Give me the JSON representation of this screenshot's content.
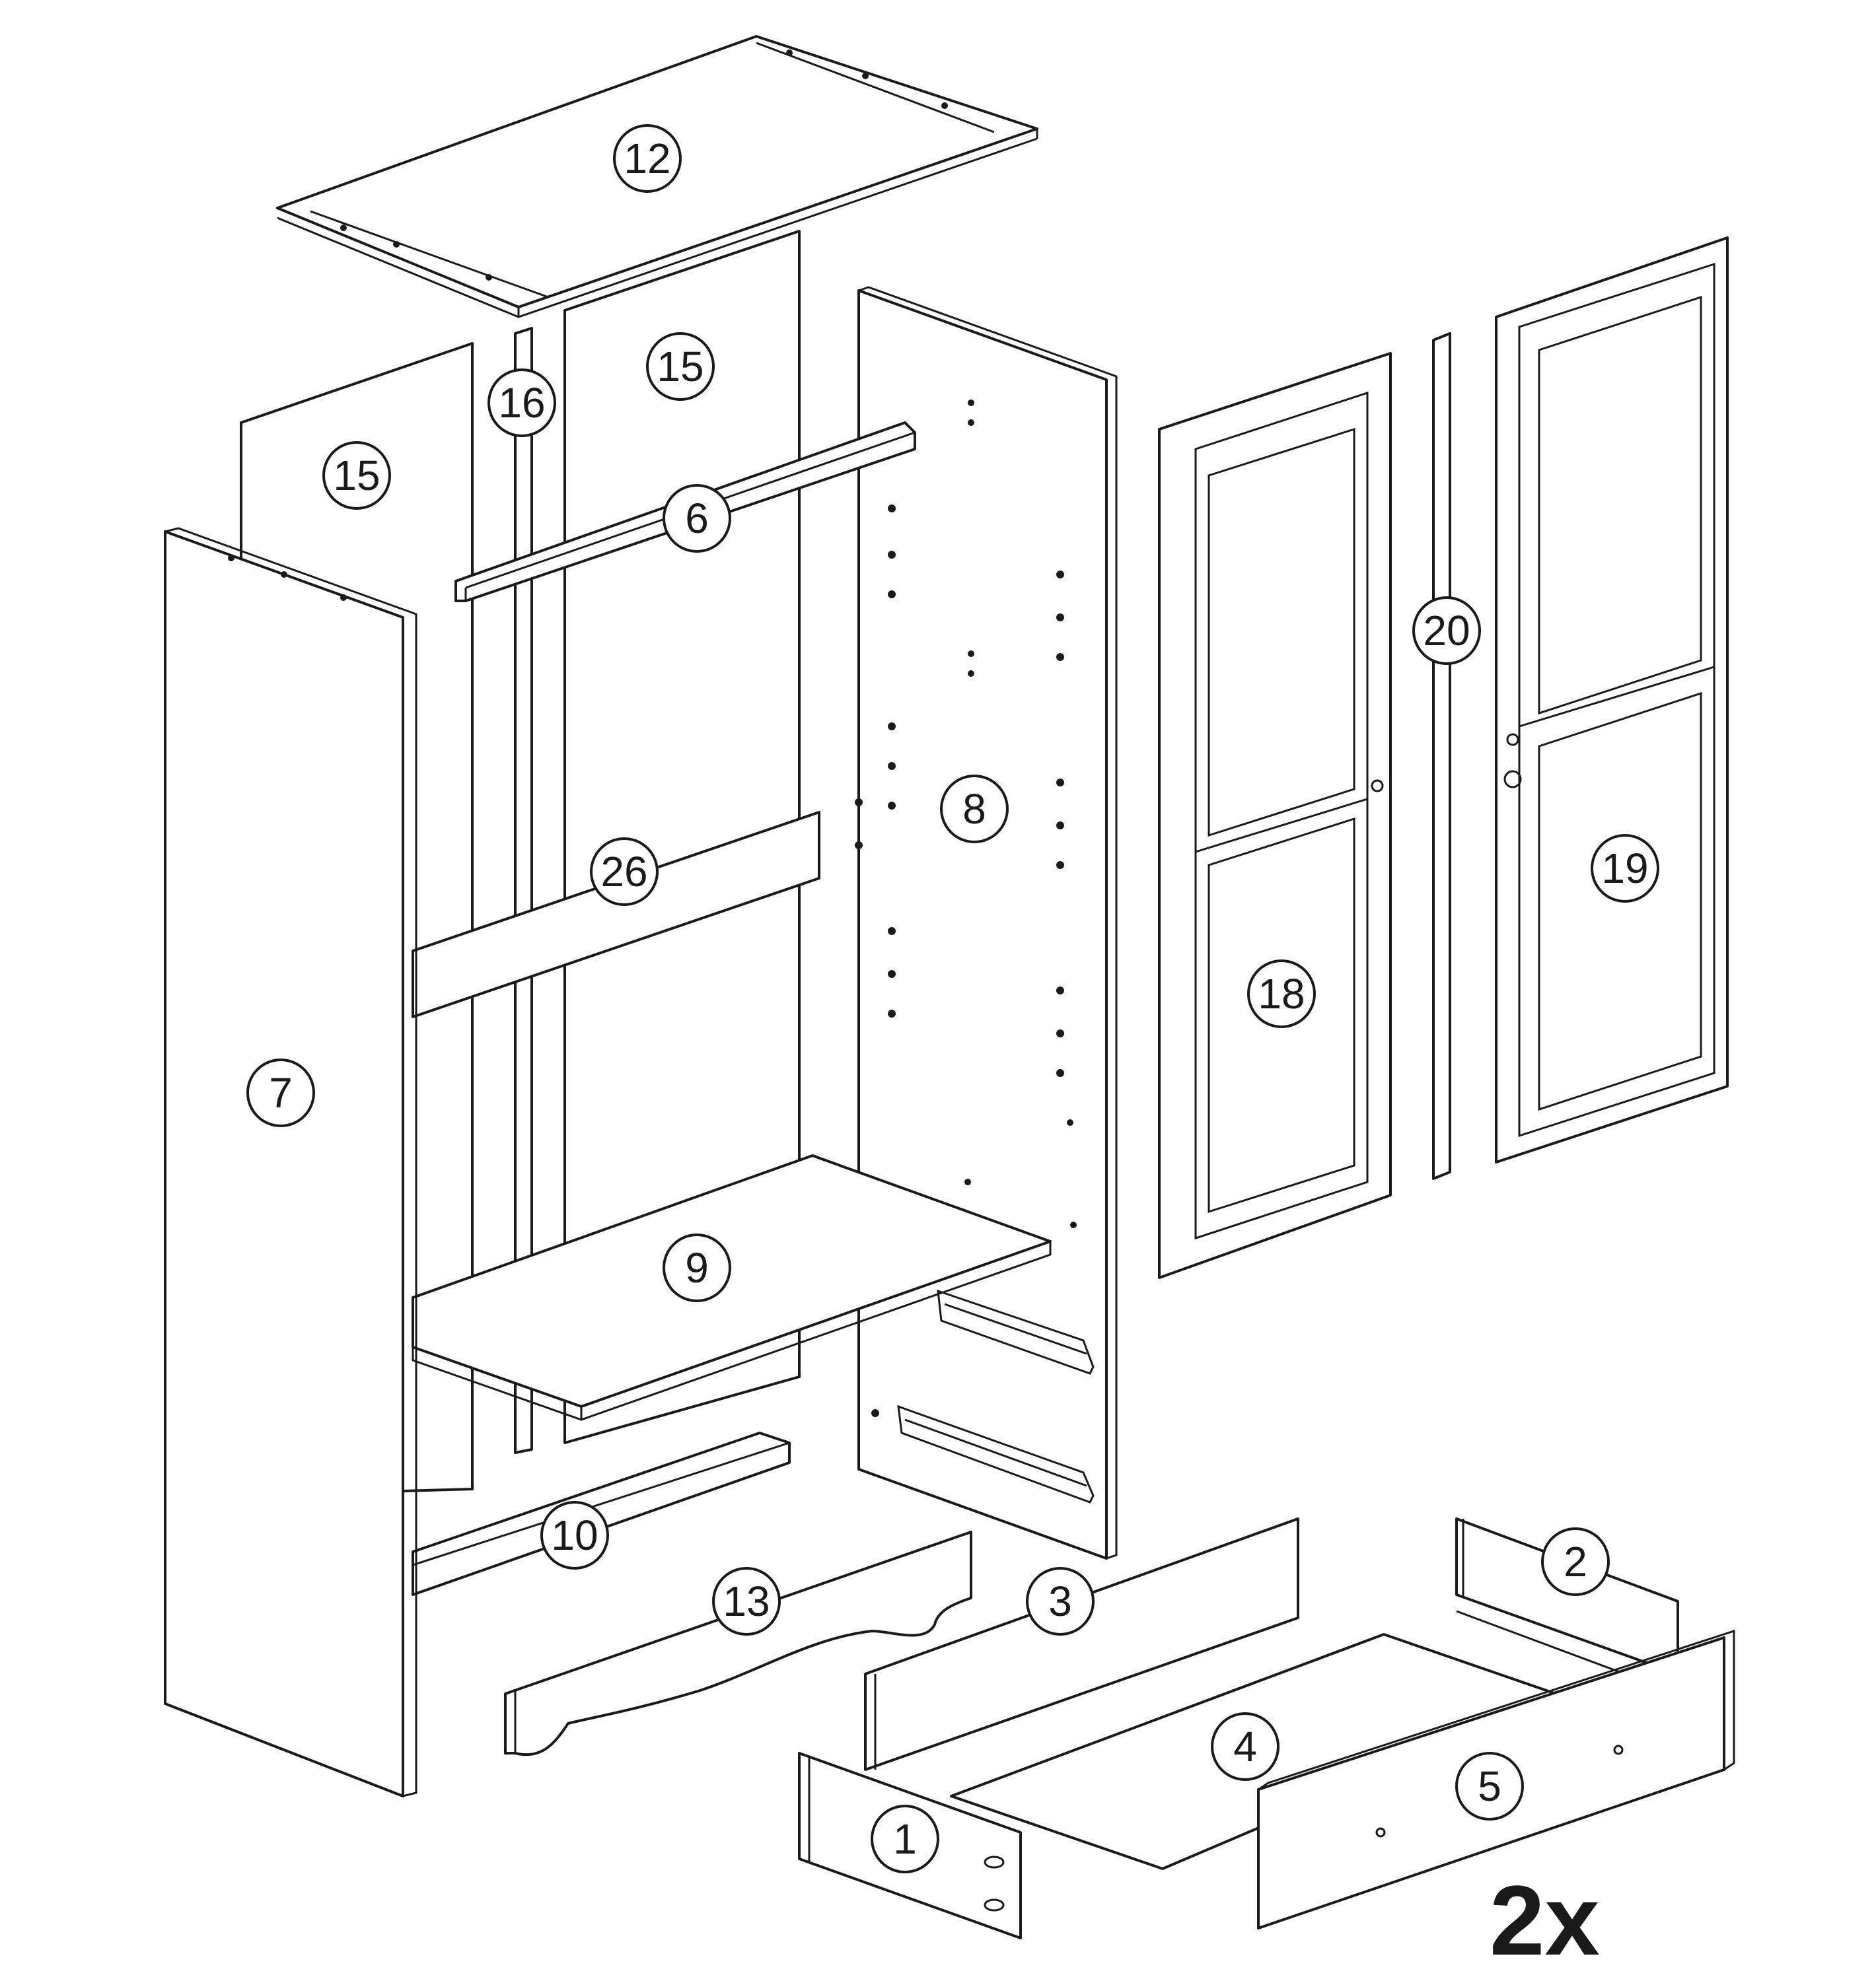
{
  "callouts": {
    "p1": "1",
    "p2": "2",
    "p3": "3",
    "p4": "4",
    "p5": "5",
    "p6": "6",
    "p7": "7",
    "p8": "8",
    "p9": "9",
    "p10": "10",
    "p12": "12",
    "p13": "13",
    "p15a": "15",
    "p15b": "15",
    "p16": "16",
    "p18": "18",
    "p19": "19",
    "p20": "20",
    "p26": "26"
  },
  "quantity": "2x",
  "colors": {
    "line": "#1a1a1a",
    "fill": "#ffffff"
  }
}
